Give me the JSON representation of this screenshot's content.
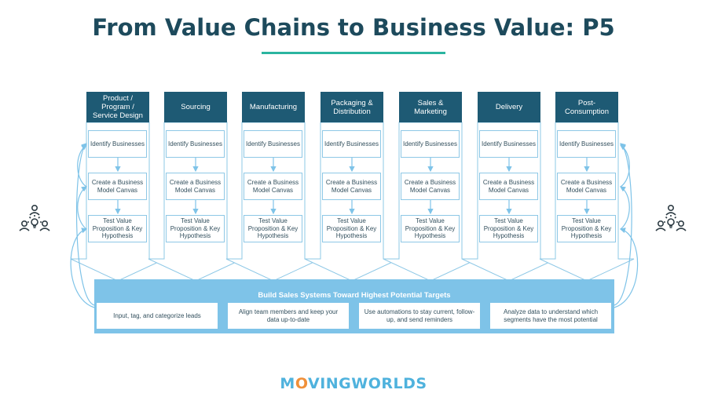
{
  "title": "From Value Chains to Business Value: P5",
  "columns": [
    {
      "label": "Product / Program / Service Design"
    },
    {
      "label": "Sourcing"
    },
    {
      "label": "Manufacturing"
    },
    {
      "label": "Packaging & Distribution"
    },
    {
      "label": "Sales & Marketing"
    },
    {
      "label": "Delivery"
    },
    {
      "label": "Post-Consumption"
    }
  ],
  "steps": [
    "Identify Businesses",
    "Create a Business Model Canvas",
    "Test Value Proposition & Key Hypothesis"
  ],
  "band": {
    "title": "Build Sales Systems Toward Highest Potential Targets",
    "tasks": [
      "Input, tag, and categorize leads",
      "Align team members and keep your data up-to-date",
      "Use automations to stay current, follow-up, and send reminders",
      "Analyze data to understand which segments have the most potential"
    ]
  },
  "logo": {
    "before": "M",
    "o": "O",
    "after": "VINGWORLDS"
  },
  "colors": {
    "header": "#1e5a74",
    "band": "#7ec3e8",
    "accent": "#2bb5a0",
    "title": "#1d4a5c"
  },
  "icons": {
    "left": "team-idea-icon",
    "right": "team-idea-icon"
  }
}
